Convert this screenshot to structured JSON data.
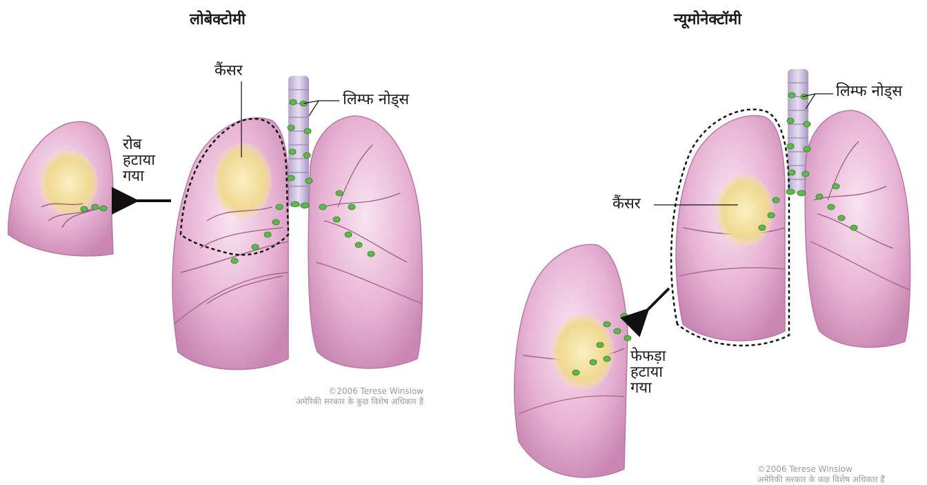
{
  "panels": {
    "lobectomy": {
      "title": "लोबेक्टोमी",
      "cancer_label": "कैंसर",
      "lymph_label": "लिम्फ नोड्स",
      "removed_label": [
        "रोब",
        "हटाया",
        "गया"
      ],
      "credit": [
        "©2006 Terese Winslow",
        "अमेरिकी सरकार के कुछ विशेष अधिकार हैं"
      ]
    },
    "pneumonectomy": {
      "title": "न्यूमोनेक्टॉमी",
      "cancer_label": "कैंसर",
      "lymph_label": "लिम्फ नोड्स",
      "removed_label": [
        "फेफड़ा",
        "हटाया",
        "गया"
      ],
      "credit": [
        "©2006 Terese Winslow",
        "अमेरिकी सरकार के कछ विशेष अधिकार हैं"
      ]
    }
  },
  "colors": {
    "lung": "#e7b2d3",
    "lung_shade": "#cf8ab8",
    "tumor": "#f1df9e",
    "lymph_node": "#5fb84a",
    "trachea": "#c7b7d9"
  }
}
